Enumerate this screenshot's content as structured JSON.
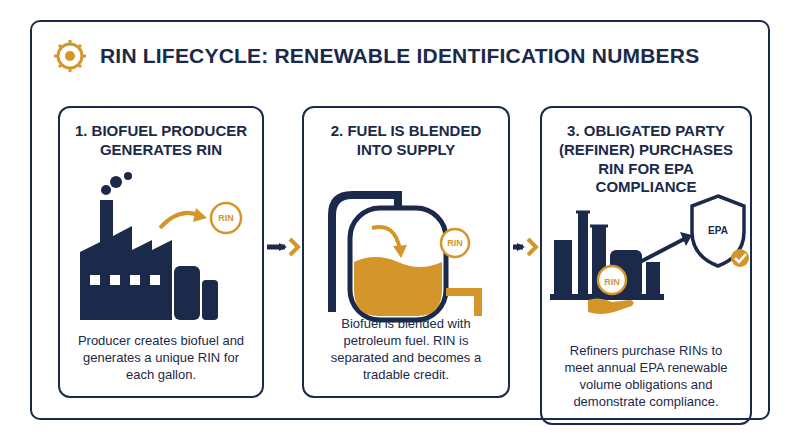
{
  "diagram": {
    "title": "RIN LIFECYCLE: RENEWABLE IDENTIFICATION NUMBERS",
    "nodes": [
      {
        "text": [
          "1. BIOFUEL PRODUCER GENERATES RIN",
          "Producer creates biofuel and generates a unique RIN for each gallon."
        ]
      },
      {
        "text": [
          "2. FUEL IS BLENDED INTO SUPPLY",
          "Biofuel is blended with petroleum fuel. RIN is separated and becomes a tradable credit."
        ]
      },
      {
        "text": [
          "3. OBLIGATED PARTY (REFINER) PURCHASES RIN FOR EPA COMPLIANCE",
          "Refiners purchase RINs to meet annual EPA renewable volume obligations and demonstrate compliance."
        ]
      }
    ],
    "edges": [
      {
        "from": 0,
        "to": 1,
        "arrow": "to"
      },
      {
        "from": 1,
        "to": 2,
        "arrow": "to"
      }
    ],
    "labels": [
      "RIN",
      "RIN",
      "RIN",
      "EPA"
    ]
  }
}
